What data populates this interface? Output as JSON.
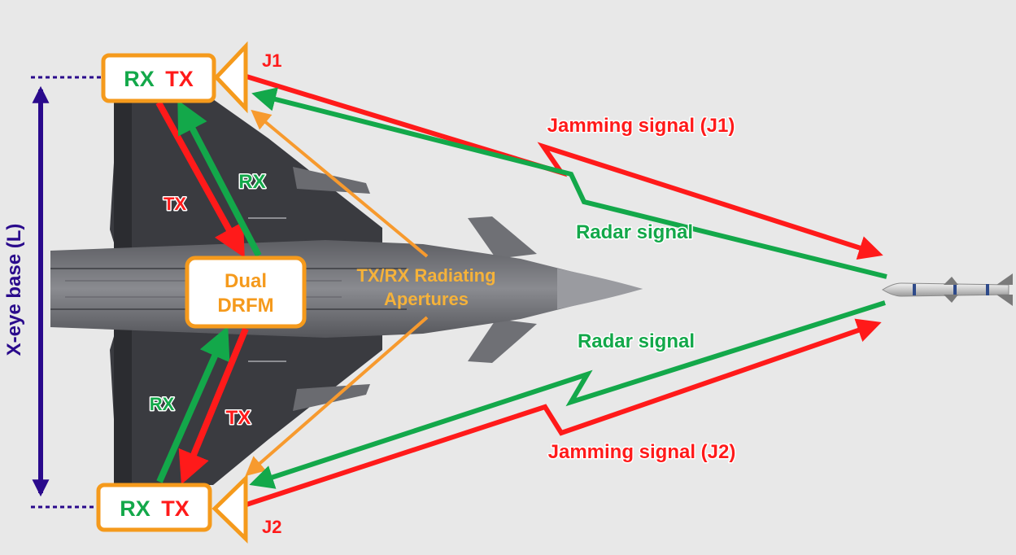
{
  "colors": {
    "background": "#e8e8e8",
    "jamming": "#ff1a1a",
    "radar": "#13a84a",
    "aperture": "#f79a2e",
    "baseline": "#2a0a8c",
    "aircraft": "#3a3b40",
    "box_border": "#f59a1c"
  },
  "diagram": {
    "top_pod": {
      "rx": "RX",
      "tx": "TX",
      "jammer": "J1"
    },
    "bottom_pod": {
      "rx": "RX",
      "tx": "TX",
      "jammer": "J2"
    },
    "drfm": {
      "line1": "Dual",
      "line2": "DRFM"
    },
    "apertures": {
      "line1": "TX/RX Radiating",
      "line2": "Apertures"
    },
    "upper_wing": {
      "tx": "TX",
      "rx": "RX"
    },
    "lower_wing": {
      "rx": "RX",
      "tx": "TX"
    },
    "baseline_label": "X-eye base (L)",
    "signals": {
      "jamming_j1": "Jamming signal (J1)",
      "radar_upper": "Radar signal",
      "radar_lower": "Radar signal",
      "jamming_j2": "Jamming signal (J2)"
    },
    "icons": {
      "aircraft": "delta-wing-fighter-icon",
      "missile": "missile-icon",
      "antenna": "triangle-antenna-icon"
    }
  }
}
